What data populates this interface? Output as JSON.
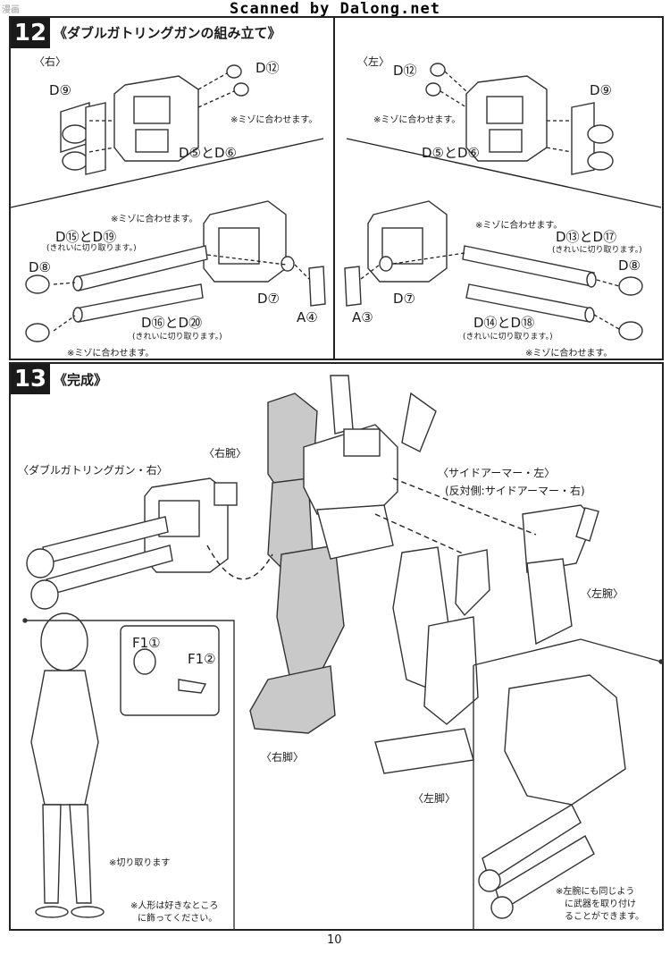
{
  "header": {
    "scanner_credit": "Scanned by Dalong.net",
    "corner_mark": "漫画"
  },
  "step12": {
    "number": "12",
    "title": "《ダブルガトリングガンの組み立て》",
    "right_side": {
      "heading": "〈右〉",
      "top": {
        "part_d9": "D⑨",
        "part_d12": "D⑫",
        "note_groove": "※ミゾに合わせます。",
        "part_d5_d6": "D⑤とD⑥"
      },
      "bottom": {
        "note_groove_top": "※ミゾに合わせます。",
        "part_d15_d19": "D⑮とD⑲",
        "cut_note_1": "(きれいに切り取ります。)",
        "part_d8": "D⑧",
        "part_d7": "D⑦",
        "part_a4": "A④",
        "part_d16_d20": "D⑯とD⑳",
        "cut_note_2": "(きれいに切り取ります。)",
        "note_groove_bottom": "※ミゾに合わせます。"
      }
    },
    "left_side": {
      "heading": "〈左〉",
      "top": {
        "part_d12": "D⑫",
        "note_groove": "※ミゾに合わせます。",
        "part_d9": "D⑨",
        "part_d5_d6": "D⑤とD⑥"
      },
      "bottom": {
        "note_groove_top": "※ミゾに合わせます。",
        "part_d13_d17": "D⑬とD⑰",
        "cut_note_1": "(きれいに切り取ります。)",
        "part_d8": "D⑧",
        "part_a3": "A③",
        "part_d7": "D⑦",
        "part_d14_d18": "D⑭とD⑱",
        "cut_note_2": "(きれいに切り取ります。)",
        "note_groove_bottom": "※ミゾに合わせます。"
      }
    }
  },
  "step13": {
    "number": "13",
    "title": "《完成》",
    "labels": {
      "right_arm": "〈右腕〉",
      "gatling_right": "〈ダブルガトリングガン・右〉",
      "side_armor_left": "〈サイドアーマー・左〉",
      "side_armor_right": "(反対側:サイドアーマー・右)",
      "left_arm": "〈左腕〉",
      "right_leg": "〈右脚〉",
      "left_leg": "〈左脚〉"
    },
    "figure_inset": {
      "part_f1_1": "F1①",
      "part_f1_2": "F1②",
      "cut_note": "※切り取ります",
      "display_note_line1": "※人形は好きなところ",
      "display_note_line2": "に飾ってください。"
    },
    "left_arm_inset": {
      "note_line1": "※左腕にも同じよう",
      "note_line2": "に武器を取り付け",
      "note_line3": "ることができます。"
    }
  },
  "footer": {
    "page_number": "10"
  }
}
